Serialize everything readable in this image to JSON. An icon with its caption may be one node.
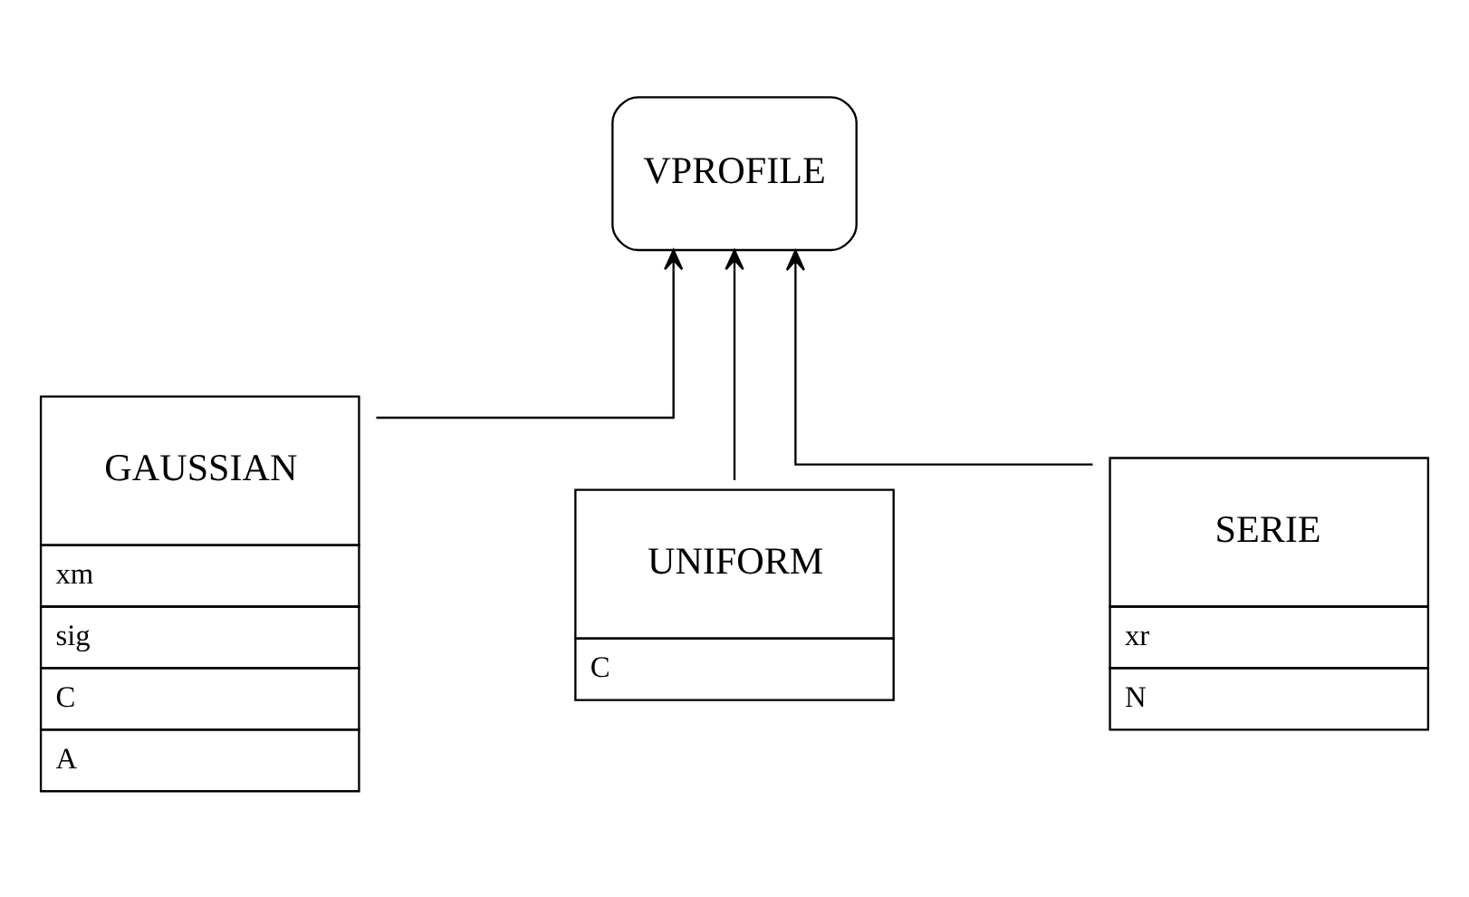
{
  "diagram": {
    "nodes": [
      {
        "text": [
          "VPROFILE"
        ]
      },
      {
        "text": [
          "GAUSSIAN",
          "xm",
          "sig",
          "C",
          "A"
        ]
      },
      {
        "text": [
          "UNIFORM",
          "C"
        ]
      },
      {
        "text": [
          "SERIE",
          "xr",
          "N"
        ]
      }
    ],
    "edges": [
      {
        "from": 1,
        "to": 0,
        "arrow": "to"
      },
      {
        "from": 2,
        "to": 0,
        "arrow": "to"
      },
      {
        "from": 3,
        "to": 0,
        "arrow": "to"
      }
    ]
  }
}
